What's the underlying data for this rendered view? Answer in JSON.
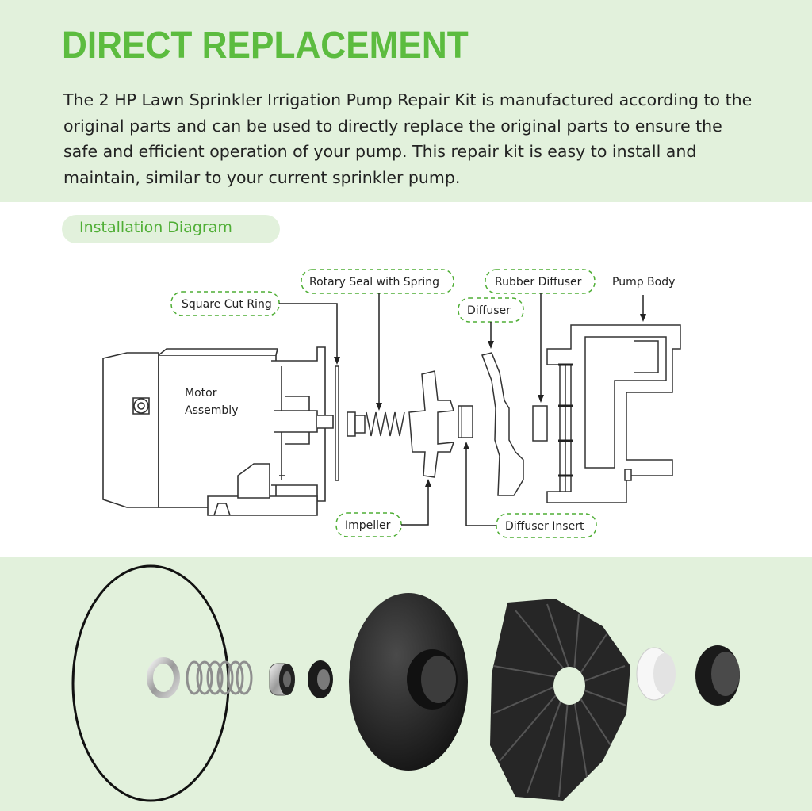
{
  "header": {
    "title": "DIRECT REPLACEMENT",
    "description": "The 2 HP Lawn Sprinkler Irrigation Pump Repair Kit is manufactured according to the original parts and can be used to directly replace the original parts to ensure the safe and efficient operation of your pump. This repair kit is easy to install and maintain, similar to your current sprinkler pump."
  },
  "section": {
    "label": "Installation Diagram"
  },
  "diagram": {
    "labels": {
      "square_cut_ring": "Square Cut Ring",
      "rotary_seal": "Rotary Seal with Spring",
      "rubber_diffuser": "Rubber Diffuser",
      "pump_body": "Pump Body",
      "diffuser": "Diffuser",
      "motor_line1": "Motor",
      "motor_line2": "Assembly",
      "impeller": "Impeller",
      "diffuser_insert": "Diffuser Insert"
    }
  },
  "colors": {
    "accent": "#5cbc3f",
    "band": "#e2f1dc",
    "label_border": "#4fae35"
  }
}
